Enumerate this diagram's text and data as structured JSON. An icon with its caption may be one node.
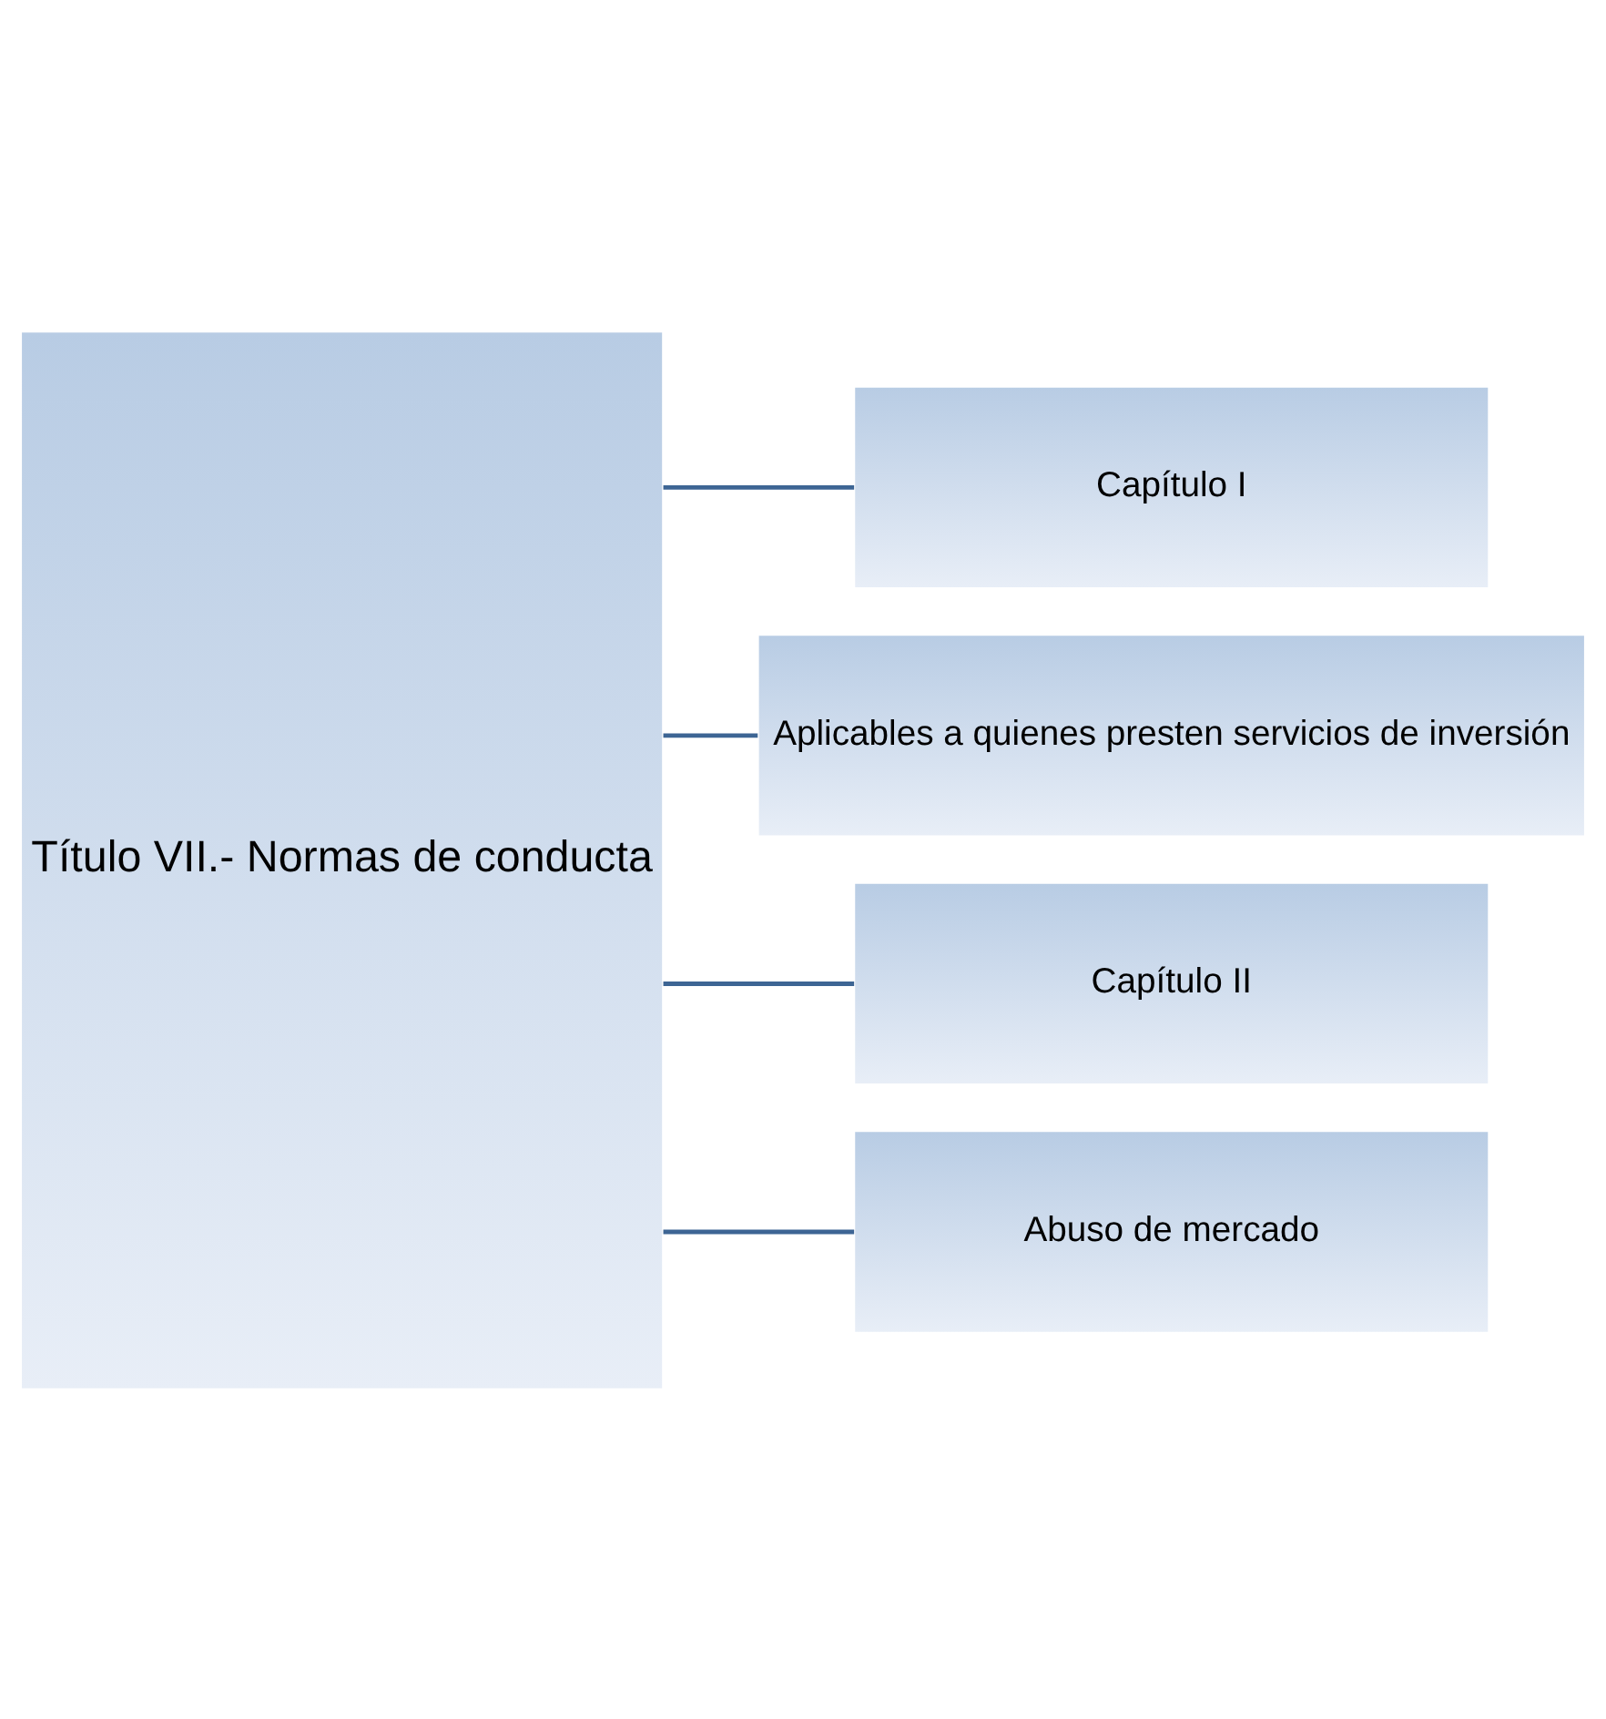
{
  "diagram": {
    "nodes": [
      {
        "text": [
          "Título VII.- Normas de conducta"
        ]
      },
      {
        "text": [
          "Capítulo I"
        ]
      },
      {
        "text": [
          "Aplicables a quienes presten servicios de inversión"
        ]
      },
      {
        "text": [
          "Capítulo II"
        ]
      },
      {
        "text": [
          "Abuso de mercado"
        ]
      }
    ],
    "edges": [
      {
        "from": 0,
        "to": 1,
        "arrow": "none"
      },
      {
        "from": 0,
        "to": 2,
        "arrow": "none"
      },
      {
        "from": 0,
        "to": 3,
        "arrow": "none"
      },
      {
        "from": 0,
        "to": 4,
        "arrow": "none"
      }
    ]
  }
}
